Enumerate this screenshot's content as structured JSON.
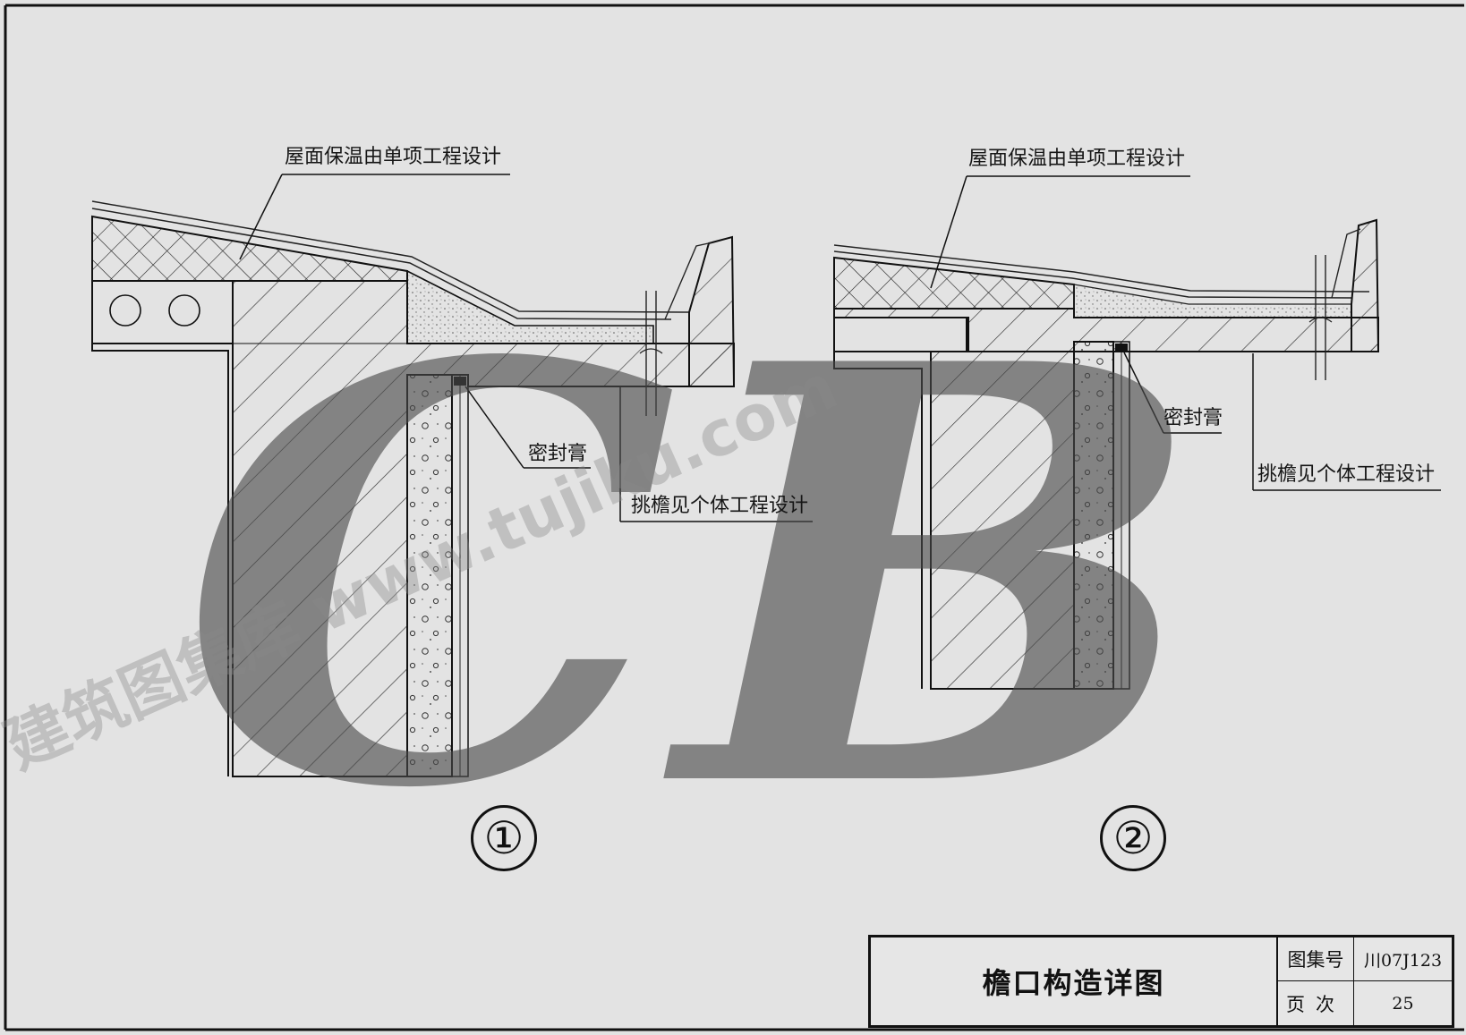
{
  "details": [
    {
      "number": "①",
      "insulation_note": "屋面保温由单项工程设计",
      "sealant_label": "密封膏",
      "eave_note": "挑檐见个体工程设计"
    },
    {
      "number": "②",
      "insulation_note": "屋面保温由单项工程设计",
      "sealant_label": "密封膏",
      "eave_note": "挑檐见个体工程设计"
    }
  ],
  "title_block": {
    "title": "檐口构造详图",
    "atlas_no_label": "图集号",
    "atlas_no": "川07J123",
    "page_label": "页次",
    "page_no": "25"
  },
  "watermark": {
    "logo": "CB",
    "text": "建筑图集库 www.tujiku.com"
  }
}
